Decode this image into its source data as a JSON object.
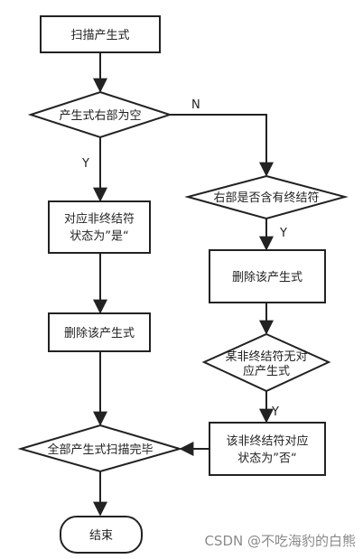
{
  "nodes": {
    "scan": {
      "text": [
        "扫描产生式"
      ]
    },
    "rhs_empty": {
      "text": [
        "产生式右部为空"
      ]
    },
    "rhs_all_nonterm": {
      "text": [
        "右部是否含有终结符"
      ]
    },
    "mark_yes": {
      "text": [
        "对应非终结符",
        "状态为”是“"
      ]
    },
    "delete_left": {
      "text": [
        "删除该产生式"
      ]
    },
    "delete_right": {
      "text": [
        "删除该产生式"
      ]
    },
    "no_terminal_prod": {
      "text": [
        "某非终结符无对",
        "应产生式"
      ]
    },
    "mark_no": {
      "text": [
        "该非终结符对应",
        "状态为”否“"
      ]
    },
    "all_done": {
      "text": [
        "全部产生式扫描完毕"
      ]
    },
    "end": {
      "text": [
        "结束"
      ]
    }
  },
  "edges": {
    "n": "N",
    "y1": "Y",
    "y2": "Y",
    "y3": "Y"
  },
  "watermark": "CSDN @不吃海豹的白熊",
  "colors": {
    "stroke": "#222222",
    "fill": "#ffffff",
    "text": "#222222",
    "watermark": "#8a8a8a"
  }
}
